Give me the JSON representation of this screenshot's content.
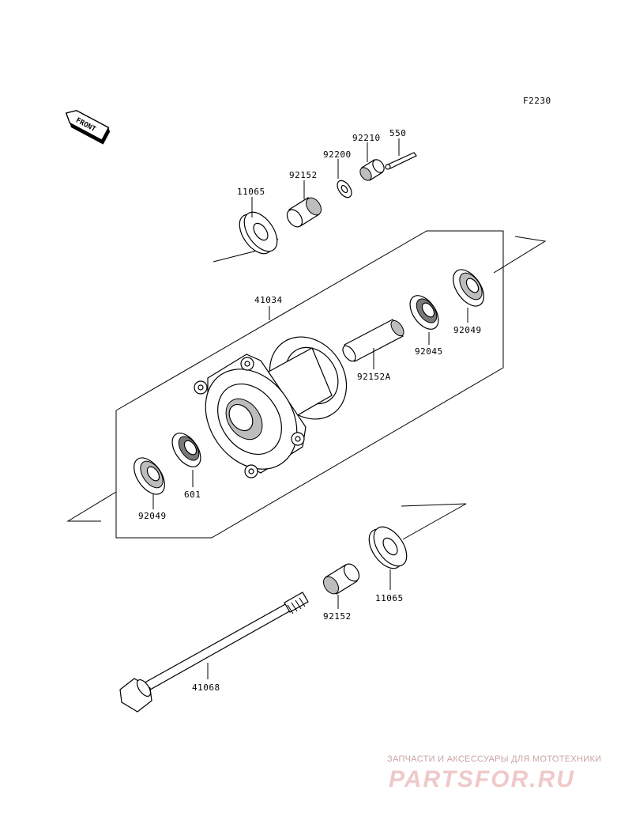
{
  "diagram": {
    "code": "F2230",
    "front_label": "FRONT",
    "parts": {
      "p11065_top": "11065",
      "p92152_top": "92152",
      "p92200": "92200",
      "p92210": "92210",
      "p550": "550",
      "p41034": "41034",
      "p92049_right": "92049",
      "p92045": "92045",
      "p92152A": "92152A",
      "p601": "601",
      "p92049_left": "92049",
      "p11065_bottom": "11065",
      "p92152_bottom": "92152",
      "p41068": "41068"
    }
  },
  "watermark": {
    "tagline": "ЗАПЧАСТИ И АКСЕССУАРЫ ДЛЯ МОТОТЕХНИКИ",
    "logo": "PARTSFOR.RU"
  }
}
